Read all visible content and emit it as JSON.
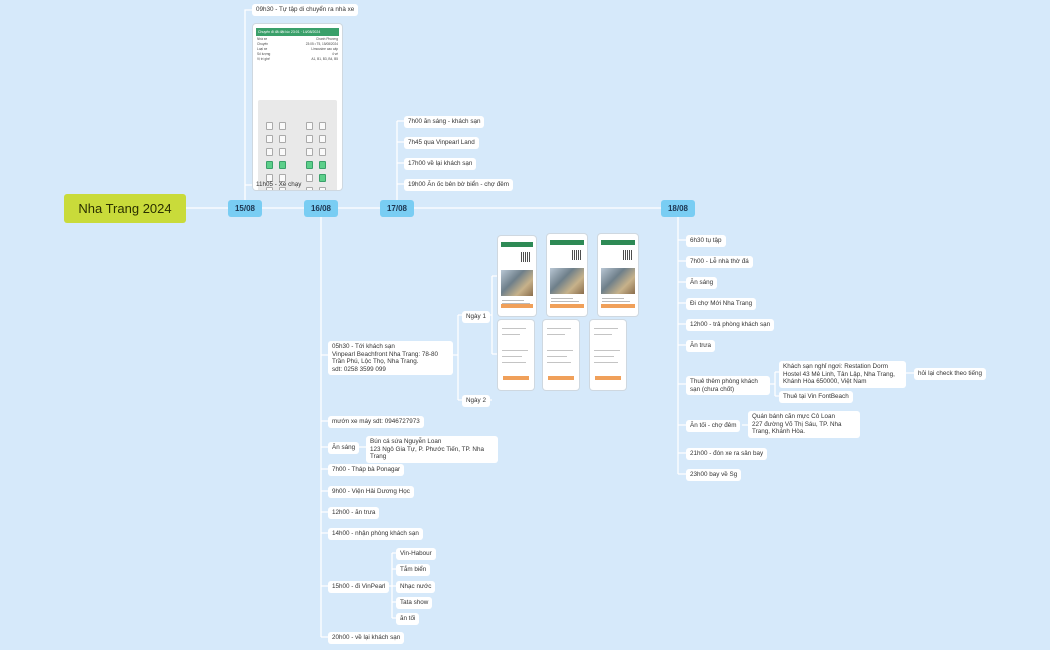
{
  "root": {
    "title": "Nha Trang 2024"
  },
  "dates": {
    "d1": "15/08",
    "d2": "16/08",
    "d3": "17/08",
    "d4": "18/08"
  },
  "d1510": {
    "top": "09h30 - Tự tập di chuyển ra nhà xe",
    "bottom": "11h05 - Xe chạy"
  },
  "ticket": {
    "header": "Chuyến đi đã đặt lúc 23:01 · 14/08/2024",
    "rows": [
      [
        "Nhà xe",
        "Chanh Phương"
      ],
      [
        "Chuyến",
        "23:05 • T5, 15/08/2024"
      ],
      [
        "Loại xe",
        "Limousine cao cấp"
      ],
      [
        "Số lượng",
        "4 vé"
      ],
      [
        "Vị trí ghế",
        "A1, B1, B3, B4, B5"
      ]
    ]
  },
  "d17": {
    "items": [
      "7h00 ăn sáng - khách sạn",
      "7h45 qua Vinpearl Land",
      "17h00 về lại khách sạn",
      "19h00 Ăn ốc bên bờ biển - chợ đêm"
    ]
  },
  "d16": {
    "hotel": "05h30 - Tới khách sạn\nVinpearl Beachfront Nha Trang: 78-80 Trần Phú, Lộc Thọ, Nha Trang.\nsdt: 0258 3599 099",
    "day1": "Ngày 1",
    "day2": "Ngày 2",
    "motorbike": "mướn xe máy sdt: 0946727973",
    "breakfast": "Ăn sáng",
    "breakfast_place": "Bún cá sứa Nguyễn Loan\n123 Ngô Gia Tự, P. Phước Tiến, TP. Nha Trang",
    "items": [
      "7h00 - Tháp bà Ponagar",
      "9h00 - Viện Hải Dương Học",
      "12h00 - ăn trưa",
      "14h00 - nhận phòng khách sạn"
    ],
    "vin": "15h00 - đi VinPearl",
    "vin_items": [
      "Vin-Habour",
      "Tắm biển",
      "Nhạc nước",
      "Tata show",
      "ăn tối"
    ],
    "end": "20h00 - về lại khách sạn"
  },
  "d18": {
    "items_top": [
      "6h30 tụ tập",
      "7h00 - Lễ nhà thờ đá",
      "Ăn sáng",
      "Đi chợ Mới Nha Trang",
      "12h00 - trả phòng khách sạn",
      "Ăn trưa"
    ],
    "room": "Thuê thêm phòng khách sạn (chưa chốt)",
    "room_opt1": "Khách sạn nghỉ ngơi: Restation Dorm Hostel 43 Mê Linh, Tân Lập, Nha Trang, Khánh Hòa 650000, Việt Nam",
    "room_opt1_note": "hỏi lại check theo tiếng",
    "room_opt2": "Thuê tại Vin FontBeach",
    "dinner": "Ăn tối - chợ đêm",
    "dinner_place": "Quán bánh căn mực Cô Loan\n227 đường Võ Thị Sáu, TP. Nha Trang, Khánh Hòa.",
    "items_bottom": [
      "21h00 - đón xe ra sân bay",
      "23h00 bay về Sg"
    ]
  }
}
